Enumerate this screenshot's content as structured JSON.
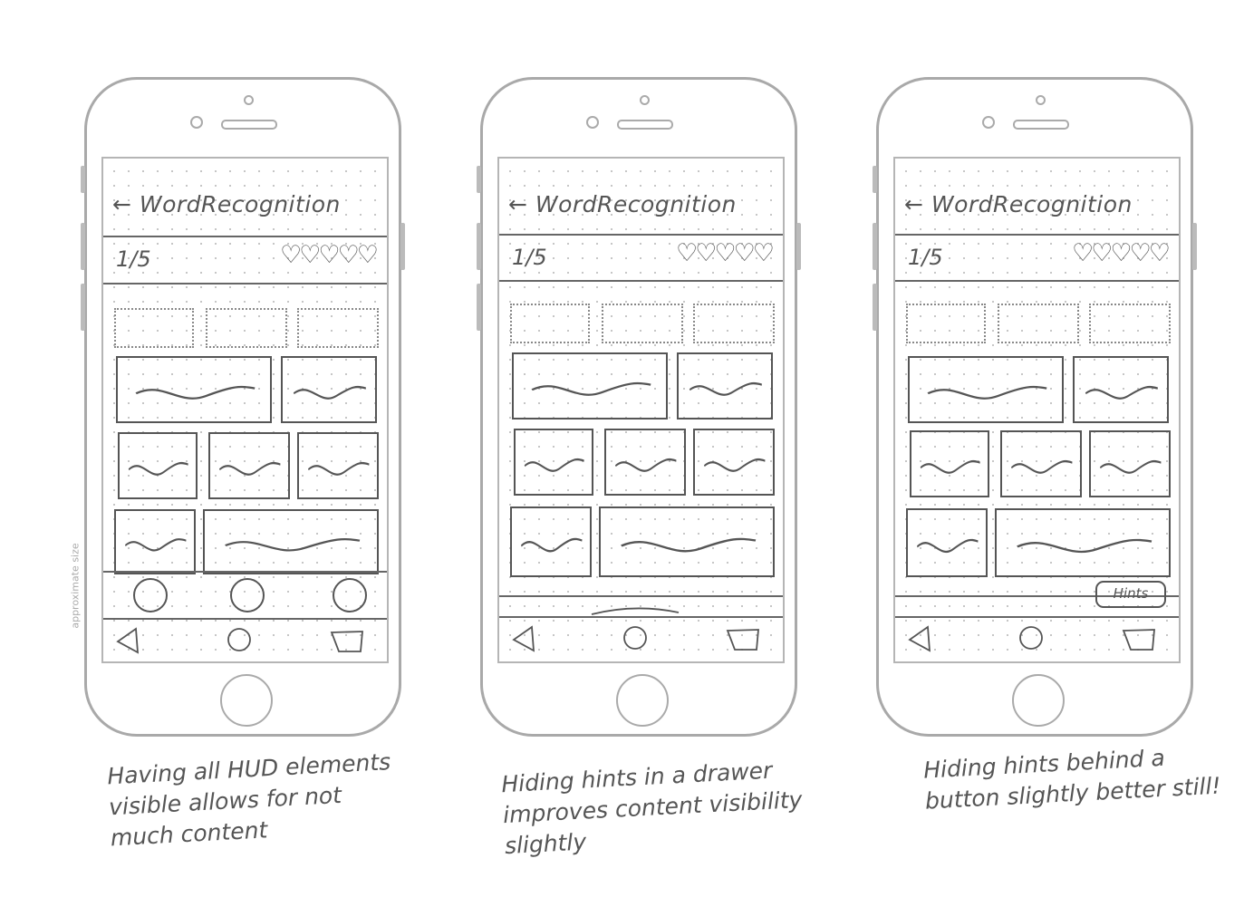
{
  "side_label": "approximate size",
  "phones": [
    {
      "name": "all-hud-visible",
      "title": "← WordRecognition",
      "progress": "1/5",
      "lives": "♡♡♡♡♡",
      "hints_mode": "bottom-bar",
      "caption": "Having all HUD elements visible allows for not much content"
    },
    {
      "name": "hints-in-drawer",
      "title": "← WordRecognition",
      "progress": "1/5",
      "lives": "♡♡♡♡♡",
      "hints_mode": "drawer",
      "caption": "Hiding hints in a drawer improves content visibility slightly"
    },
    {
      "name": "hints-behind-button",
      "title": "← WordRecognition",
      "progress": "1/5",
      "lives": "♡♡♡♡♡",
      "hints_mode": "button",
      "hints_label": "Hints",
      "caption": "Hiding hints behind a button slightly better still!"
    }
  ]
}
